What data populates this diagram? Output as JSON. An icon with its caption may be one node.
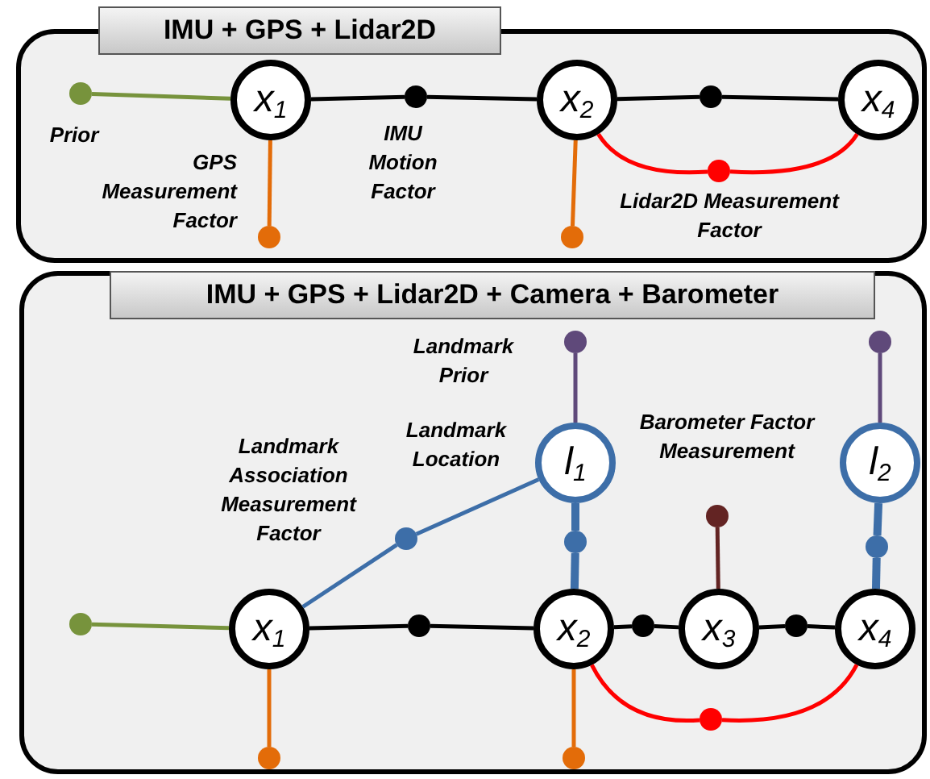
{
  "diagram": {
    "nodes": [
      {
        "text": [
          "IMU + GPS + Lidar2D"
        ]
      },
      {
        "text": [
          "x$_{1}$"
        ],
        "in": 0
      },
      {
        "text": [
          "x$_{2}$"
        ],
        "in": 0
      },
      {
        "text": [
          "x$_{4}$"
        ],
        "in": 0
      },
      {
        "text": [],
        "shape": "circle",
        "in": 0
      },
      {
        "text": [],
        "shape": "circle",
        "in": 0
      },
      {
        "text": [],
        "shape": "circle",
        "in": 0
      },
      {
        "text": [],
        "shape": "circle",
        "in": 0
      },
      {
        "text": [],
        "shape": "circle",
        "in": 0
      },
      {
        "text": [],
        "shape": "circle",
        "in": 0
      },
      {
        "text": [
          "IMU + GPS + Lidar2D + Camera + Barometer"
        ]
      },
      {
        "text": [
          "l$_{1}$"
        ],
        "in": 10
      },
      {
        "text": [
          "l$_{2}$"
        ],
        "in": 10
      },
      {
        "text": [
          "x$_{1}$"
        ],
        "in": 10
      },
      {
        "text": [
          "x$_{2}$"
        ],
        "in": 10
      },
      {
        "text": [
          "x$_{3}$"
        ],
        "in": 10
      },
      {
        "text": [
          "x$_{4}$"
        ],
        "in": 10
      },
      {
        "text": [],
        "shape": "circle",
        "in": 10
      },
      {
        "text": [],
        "shape": "circle",
        "in": 10
      },
      {
        "text": [],
        "shape": "circle",
        "in": 10
      },
      {
        "text": [],
        "shape": "circle",
        "in": 10
      },
      {
        "text": [],
        "shape": "circle",
        "in": 10
      },
      {
        "text": [],
        "shape": "circle",
        "in": 10
      },
      {
        "text": [],
        "shape": "circle",
        "in": 10
      },
      {
        "text": [],
        "shape": "circle",
        "in": 10
      },
      {
        "text": [],
        "shape": "circle",
        "in": 10
      },
      {
        "text": [],
        "shape": "circle",
        "in": 10
      },
      {
        "text": [],
        "shape": "circle",
        "in": 10
      },
      {
        "text": [],
        "shape": "circle",
        "in": 10
      },
      {
        "text": [],
        "shape": "circle",
        "in": 10
      }
    ],
    "edges": [
      {
        "from": 4,
        "to": 1,
        "arrow": "none",
        "color": "#77933c"
      },
      {
        "from": 1,
        "to": 5,
        "arrow": "none",
        "color": "#e36c09"
      },
      {
        "from": 1,
        "to": 6,
        "arrow": "none"
      },
      {
        "from": 6,
        "to": 2,
        "arrow": "none"
      },
      {
        "from": 2,
        "to": 7,
        "arrow": "none",
        "color": "#e36c09"
      },
      {
        "from": 2,
        "to": 8,
        "arrow": "none"
      },
      {
        "from": 8,
        "to": 3,
        "arrow": "none"
      },
      {
        "from": 2,
        "to": 9,
        "arrow": "none",
        "color": "#ff0000"
      },
      {
        "from": 9,
        "to": 3,
        "arrow": "none",
        "color": "#ff0000"
      },
      {
        "from": 17,
        "to": 11,
        "arrow": "none",
        "color": "#5f497a"
      },
      {
        "from": 18,
        "to": 12,
        "arrow": "none",
        "color": "#5f497a"
      },
      {
        "from": 13,
        "to": 19,
        "arrow": "none",
        "color": "#3d6ea8"
      },
      {
        "from": 19,
        "to": 11,
        "arrow": "none",
        "color": "#3d6ea8"
      },
      {
        "from": 11,
        "to": 20,
        "arrow": "none",
        "style": "thick",
        "color": "#3d6ea8"
      },
      {
        "from": 20,
        "to": 14,
        "arrow": "none",
        "style": "thick",
        "color": "#3d6ea8"
      },
      {
        "from": 21,
        "to": 15,
        "arrow": "none",
        "color": "#632423"
      },
      {
        "from": 12,
        "to": 22,
        "arrow": "none",
        "style": "thick",
        "color": "#3d6ea8"
      },
      {
        "from": 22,
        "to": 16,
        "arrow": "none",
        "style": "thick",
        "color": "#3d6ea8"
      },
      {
        "from": 23,
        "to": 13,
        "arrow": "none",
        "color": "#77933c"
      },
      {
        "from": 13,
        "to": 24,
        "arrow": "none"
      },
      {
        "from": 24,
        "to": 14,
        "arrow": "none"
      },
      {
        "from": 14,
        "to": 25,
        "arrow": "none"
      },
      {
        "from": 25,
        "to": 15,
        "arrow": "none"
      },
      {
        "from": 15,
        "to": 26,
        "arrow": "none"
      },
      {
        "from": 26,
        "to": 16,
        "arrow": "none"
      },
      {
        "from": 14,
        "to": 27,
        "arrow": "none",
        "color": "#ff0000"
      },
      {
        "from": 27,
        "to": 16,
        "arrow": "none",
        "color": "#ff0000"
      },
      {
        "from": 13,
        "to": 28,
        "arrow": "none",
        "color": "#e36c09"
      },
      {
        "from": 14,
        "to": 29,
        "arrow": "none",
        "color": "#e36c09"
      }
    ],
    "labels": [
      "Prior",
      "GPS Measurement Factor",
      "IMU Motion Factor",
      "Lidar2D Measurement Factor",
      "Landmark Prior",
      "Landmark Location",
      "Landmark Association Measurement Factor",
      "Barometer Factor Measurement"
    ]
  }
}
